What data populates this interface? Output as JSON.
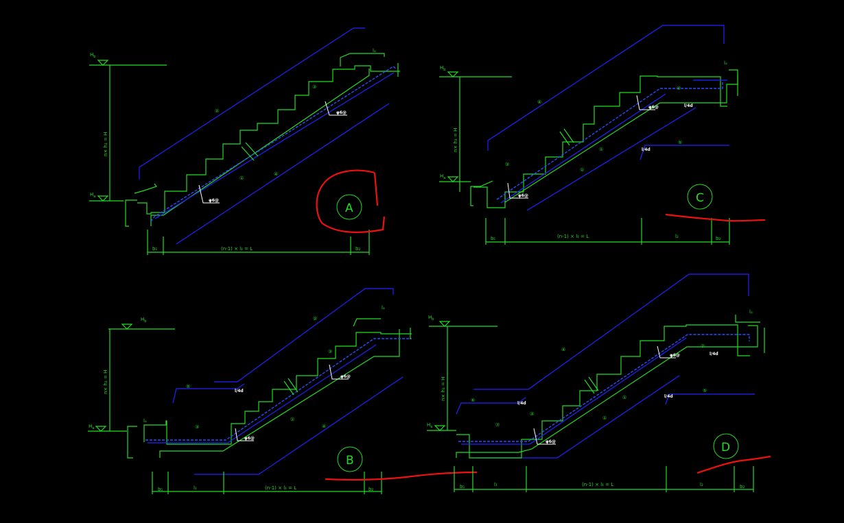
{
  "diagrams": [
    {
      "id": "A",
      "label": "A",
      "level_top": "H",
      "level_top_sub": "b",
      "level_bottom": "H",
      "level_bottom_sub": "a",
      "height_dim": "n× h₁ = H",
      "dim_left": "b₁",
      "dim_main": "(n-1)   × l₁ = L",
      "dim_right": "b₂",
      "top_anchor": "lₐ",
      "rebar_labels": [
        "②",
        "③",
        "①",
        "④"
      ],
      "cut_labels": [
        "φ6@",
        "φ6@"
      ]
    },
    {
      "id": "C",
      "label": "C",
      "level_top": "H",
      "level_top_sub": "b",
      "level_bottom": "H",
      "level_bottom_sub": "a",
      "height_dim": "n× h₁ = H",
      "dim_left": "b₁",
      "dim_main": "(n-1)   × l₁ = L",
      "dim_mid": "l₂",
      "dim_right": "b₂",
      "top_anchor": "lₐ",
      "rebar_labels": [
        "④",
        "③",
        "②",
        "①",
        "⑤"
      ],
      "cut_labels": [
        "φ6@",
        "φ6@"
      ],
      "note": "l/4d"
    },
    {
      "id": "B",
      "label": "B",
      "level_top": "H",
      "level_top_sub": "b",
      "level_bottom": "H",
      "level_bottom_sub": "a",
      "height_dim": "n× h₁ = H",
      "dim_left": "b₁",
      "dim_mid": "l₁",
      "dim_main": "(n-1)   × l₁ = L",
      "dim_right": "b₂",
      "top_anchor": "lₐ",
      "bottom_anchor": "lₐ",
      "rebar_labels": [
        "②",
        "③",
        "⑤",
        "①",
        "④"
      ],
      "cut_labels": [
        "φ6@",
        "φ6@"
      ],
      "note": "l/4d"
    },
    {
      "id": "D",
      "label": "D",
      "level_top": "H",
      "level_top_sub": "b",
      "level_bottom": "H",
      "level_bottom_sub": "a",
      "height_dim": "n× h₁ = H",
      "dim_left": "b₁",
      "dim_mid1": "l₁",
      "dim_main": "(n-1)   × l₁ = L",
      "dim_mid2": "l₂",
      "dim_right": "b₂",
      "top_anchor": "lₐ",
      "rebar_labels": [
        "④",
        "⑥",
        "②",
        "⑦",
        "③",
        "①",
        "⑤"
      ],
      "cut_labels": [
        "φ6@",
        "φ6@"
      ],
      "note": "l/4d"
    }
  ]
}
